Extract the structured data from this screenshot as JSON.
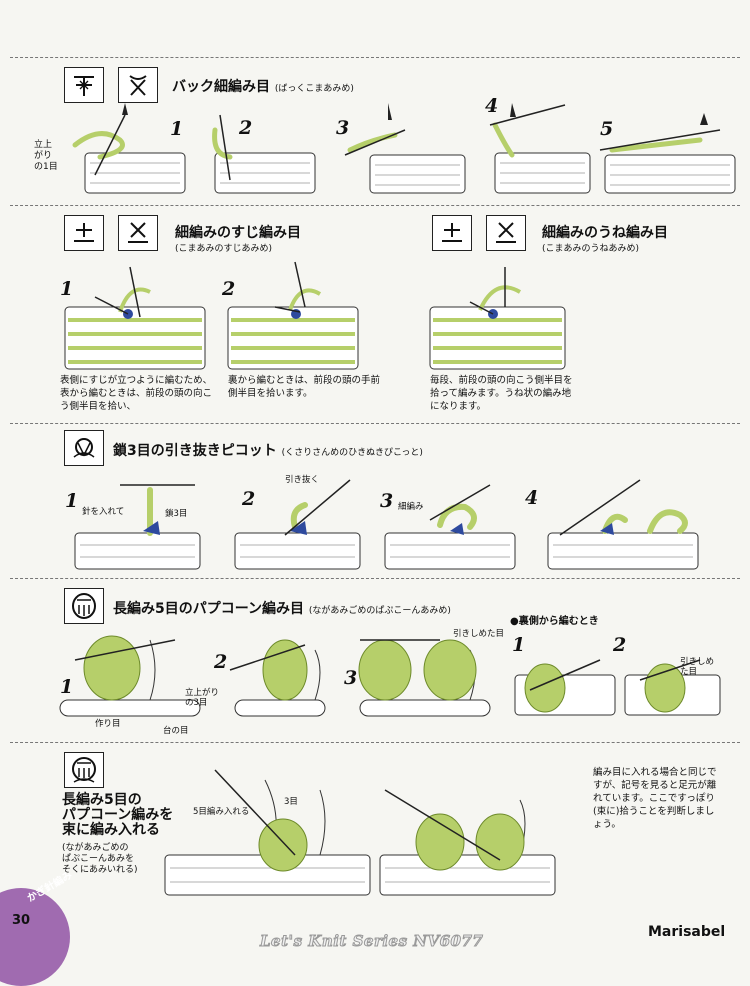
{
  "sections": {
    "back_sc": {
      "title": "バック細編み目",
      "reading": "(ばっくこまあみめ)",
      "symbols": [
        "plus-cross-icon",
        "x-mark-icon"
      ],
      "rise_label": "立上がりの1目",
      "steps": [
        "1",
        "2",
        "3",
        "4",
        "5"
      ]
    },
    "sc_back_loop": {
      "title": "細編みのすじ編み目",
      "reading": "(こまあみのすじあみめ)",
      "steps": [
        "1",
        "2"
      ],
      "note1": "表側にすじが立つように編むため、表から編むときは、前段の頭の向こう側半目を拾い、",
      "note2": "裏から編むときは、前段の頭の手前側半目を拾います。"
    },
    "sc_ridge": {
      "title": "細編みのうね編み目",
      "reading": "(こまあみのうねあみめ)",
      "note": "毎段、前段の頭の向こう側半目を拾って編みます。うね状の編み地になります。"
    },
    "picot": {
      "title": "鎖3目の引き抜きピコット",
      "reading": "(くさりさんめのひきぬきぴこっと)",
      "steps": [
        "1",
        "2",
        "3",
        "4"
      ],
      "label_needle": "針を入れて",
      "label_ch3": "鎖3目",
      "label_pull": "引き抜く",
      "label_sc": "細編み"
    },
    "popcorn": {
      "title": "長編み5目のパプコーン編み目",
      "reading": "(ながあみごめのぱぷこーんあみめ)",
      "steps": [
        "1",
        "2",
        "3"
      ],
      "wrong_side": "●裏側から編むとき",
      "ws_steps": [
        "1",
        "2"
      ],
      "label_rise": "立上がりの3目",
      "label_base": "作り目",
      "label_foundation": "台の目",
      "label_tighten": "引きしめた目",
      "label_tighten2": "引きしめた目"
    },
    "popcorn_bundle": {
      "title_lines": [
        "長編み5目の",
        "パプコーン編みを",
        "束に編み入れる"
      ],
      "reading_lines": [
        "(ながあみごめの",
        "ぱぷこーんあみを",
        "そくにあみいれる)"
      ],
      "label_5": "5目編み入れる",
      "label_3": "3目",
      "note": "編み目に入れる場合と同じですが、記号を見ると足元が離れています。ここですっぽり(束に)拾うことを判断しましょう。"
    }
  },
  "footer": {
    "page_number": "30",
    "side_label": "かぎ針編み",
    "series": "Let's Knit Series NV6077",
    "brand": "Marisabel"
  },
  "colors": {
    "yarn_green": "#b6cf6a",
    "yarn_blue": "#2e4a9e",
    "accent_purple": "#a06bb0"
  }
}
